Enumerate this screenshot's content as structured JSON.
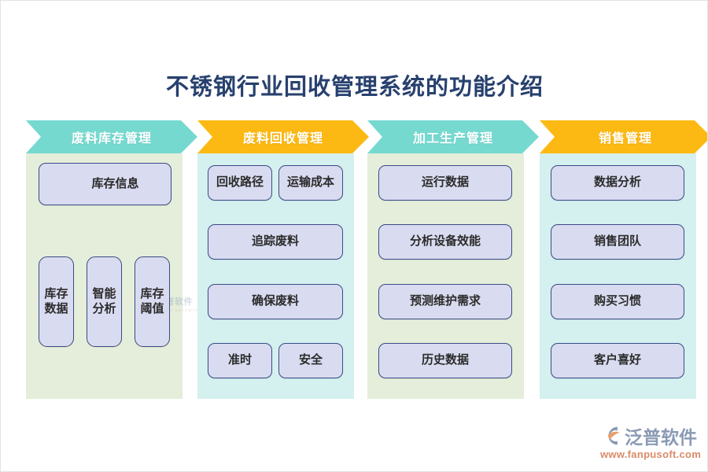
{
  "page": {
    "title": "不锈钢行业回收管理系统的功能介绍",
    "background_color": "#ffffff"
  },
  "theme": {
    "title_color": "#27406e",
    "chevron_teal": "#76d9d0",
    "chevron_orange": "#fdb913",
    "panel_green": "#e4eeda",
    "panel_cyan": "#d4f0ef",
    "box_fill": "#d9dcf0",
    "box_border": "#3a4a86",
    "box_text": "#2b2b2b"
  },
  "columns": [
    {
      "id": "waste-inventory-management",
      "header": "废料库存管理",
      "header_color": "#76d9d0",
      "panel_color": "#e4eeda",
      "items": [
        {
          "label": "库存信息",
          "shape": "wide"
        },
        {
          "label": "库存数据",
          "shape": "tall"
        },
        {
          "label": "智能分析",
          "shape": "tall"
        },
        {
          "label": "库存阈值",
          "shape": "tall"
        }
      ]
    },
    {
      "id": "waste-recycling-management",
      "header": "废料回收管理",
      "header_color": "#fdb913",
      "panel_color": "#d4f0ef",
      "items": [
        {
          "label": "回收路径",
          "shape": "half"
        },
        {
          "label": "运输成本",
          "shape": "half"
        },
        {
          "label": "追踪废料",
          "shape": "wide"
        },
        {
          "label": "确保废料",
          "shape": "wide"
        },
        {
          "label": "准时",
          "shape": "half"
        },
        {
          "label": "安全",
          "shape": "half"
        }
      ]
    },
    {
      "id": "processing-production-management",
      "header": "加工生产管理",
      "header_color": "#76d9d0",
      "panel_color": "#e4eeda",
      "items": [
        {
          "label": "运行数据",
          "shape": "wide"
        },
        {
          "label": "分析设备效能",
          "shape": "wide"
        },
        {
          "label": "预测维护需求",
          "shape": "wide"
        },
        {
          "label": "历史数据",
          "shape": "wide"
        }
      ]
    },
    {
      "id": "sales-management",
      "header": "销售管理",
      "header_color": "#fdb913",
      "panel_color": "#d4f0ef",
      "items": [
        {
          "label": "数据分析",
          "shape": "wide"
        },
        {
          "label": "销售团队",
          "shape": "wide"
        },
        {
          "label": "购买习惯",
          "shape": "wide"
        },
        {
          "label": "客户喜好",
          "shape": "wide"
        }
      ]
    }
  ],
  "watermark": {
    "cn": "泛普软件",
    "en": "FANPU SOFTWARE"
  },
  "logo": {
    "name": "泛普软件",
    "url": "www.fanpusoft.com",
    "mark_color_arc": "#8a9ab5",
    "mark_color_swoosh": "#e8a06a"
  }
}
